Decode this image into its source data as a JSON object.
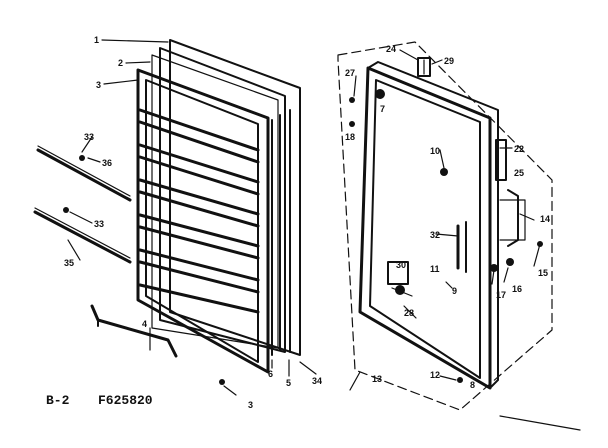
{
  "caption": {
    "section": "B-2",
    "code": "F625820"
  },
  "part_labels": [
    "1",
    "2",
    "3",
    "33",
    "36",
    "33",
    "35",
    "4",
    "6",
    "5",
    "34",
    "3",
    "24",
    "29",
    "27",
    "7",
    "18",
    "10",
    "22",
    "25",
    "14",
    "32",
    "11",
    "16",
    "15",
    "30",
    "28",
    "9",
    "17",
    "12",
    "8",
    "13"
  ]
}
